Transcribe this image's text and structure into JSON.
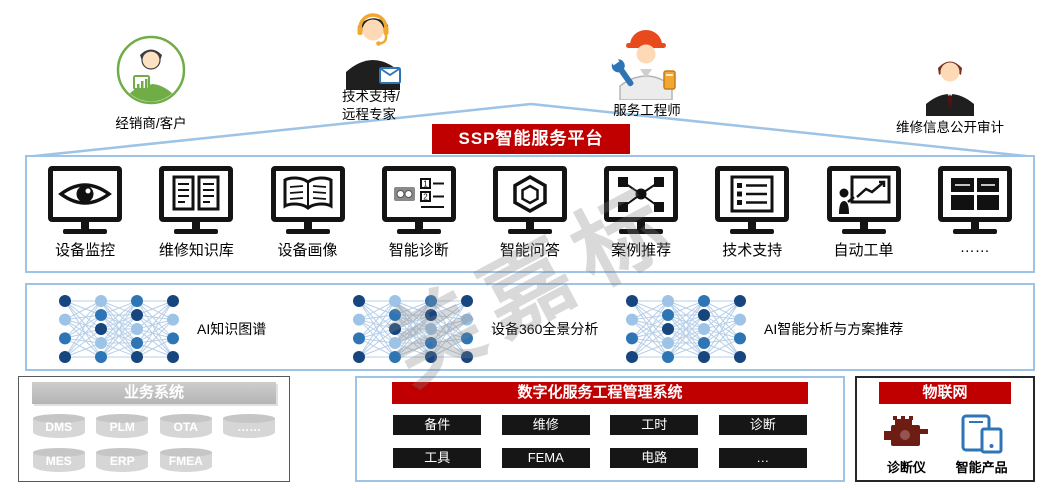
{
  "watermark": "美嘉标",
  "colors": {
    "accent_red": "#C00000",
    "light_blue": "#9DC3E6",
    "green": "#70AD47",
    "gray": "#BFBFBF"
  },
  "personas": [
    {
      "label": "经销商/客户"
    },
    {
      "label_line1": "技术支持/",
      "label_line2": "远程专家"
    },
    {
      "label": "服务工程师"
    },
    {
      "label": "维修信息公开审计"
    }
  ],
  "platform": {
    "title": "SSP智能服务平台",
    "diag_digits": [
      "1",
      "2"
    ],
    "apps": [
      {
        "label": "设备监控"
      },
      {
        "label": "维修知识库"
      },
      {
        "label": "设备画像"
      },
      {
        "label": "智能诊断"
      },
      {
        "label": "智能问答"
      },
      {
        "label": "案例推荐"
      },
      {
        "label": "技术支持"
      },
      {
        "label": "自动工单"
      },
      {
        "label": "……"
      }
    ]
  },
  "ai_layer": {
    "items": [
      {
        "label": "AI知识图谱"
      },
      {
        "label": "设备360全景分析"
      },
      {
        "label": "AI智能分析与方案推荐"
      }
    ]
  },
  "bottom": {
    "business": {
      "title": "业务系统",
      "row1": [
        "DMS",
        "PLM",
        "OTA",
        "……"
      ],
      "row2": [
        "MES",
        "ERP",
        "FMEA"
      ]
    },
    "digital": {
      "title": "数字化服务工程管理系统",
      "row1": [
        "备件",
        "维修",
        "工时",
        "诊断"
      ],
      "row2": [
        "工具",
        "FEMA",
        "电路",
        "…"
      ]
    },
    "iot": {
      "title": "物联网",
      "devices": [
        {
          "label": "诊断仪"
        },
        {
          "label": "智能产品"
        }
      ]
    }
  }
}
